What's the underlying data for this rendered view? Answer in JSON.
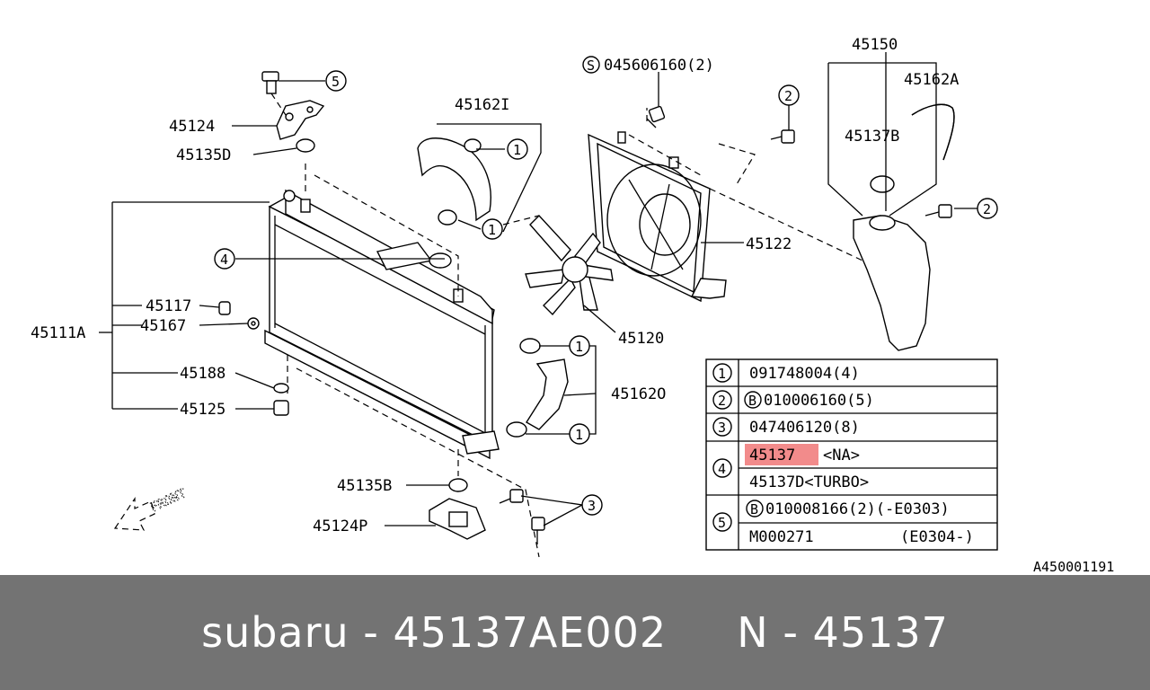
{
  "diagram": {
    "callouts": {
      "c45150": "45150",
      "c45162A": "45162A",
      "c45137B": "45137B",
      "c45162I": "45162I",
      "c45124": "45124",
      "c45135D": "45135D",
      "c45117": "45117",
      "c45167": "45167",
      "c45111A": "45111A",
      "c45188": "45188",
      "c45125": "45125",
      "c45122": "45122",
      "c45120": "45120",
      "c45162O": "45162O",
      "c45135B": "45135B",
      "c45124P": "45124P",
      "bolt_s": "045606160(2)",
      "s_mark": "S",
      "front": "FRONT",
      "figure_id": "A450001191"
    },
    "circle_refs": {
      "one": "1",
      "two": "2",
      "three": "3",
      "four": "4",
      "five": "5"
    }
  },
  "legend": {
    "rows": [
      {
        "num": "1",
        "text": "091748004(4)"
      },
      {
        "num": "2",
        "badge": "B",
        "text": "010006160(5)"
      },
      {
        "num": "3",
        "text": "047406120(8)"
      },
      {
        "num": "4",
        "highlight": "45137",
        "text": "<NA>",
        "text2": "45137D<TURBO>"
      },
      {
        "num": "5",
        "badge": "B",
        "text": "010008166(2)(-E0303)",
        "text2a": "M000271",
        "text2b": "(E0304-)"
      }
    ],
    "highlight_color": "#f28b8b"
  },
  "footer": {
    "text": "subaru - 45137AE002     N - 45137"
  }
}
